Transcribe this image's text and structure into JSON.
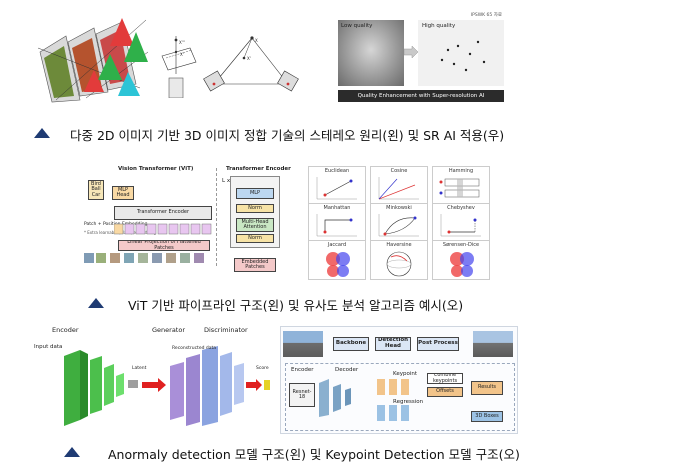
{
  "captions": {
    "row1": "다중 2D 이미지 기반 3D 이미지 정합 기술의 스테레오 원리(왼) 및 SR AI 적용(우)",
    "row2": "ViT 기반 파이프라인 구조(왼) 및 유사도 분석 알고리즘 예시(오)",
    "row3": "Anormaly detection 모델 구조(왼) 및 Keypoint Detection 모델 구조(오)"
  },
  "sr_panel": {
    "badge": "IPSWK 65 자료",
    "low": "Low quality",
    "high": "High quality",
    "footer": "Quality Enhancement with Super-resolution AI"
  },
  "vit": {
    "title": "Vision Transformer (ViT)",
    "class_box": "Class Bird Ball Car ...",
    "mlp_head": "MLP Head",
    "encoder": "Transformer Encoder",
    "patch_label": "Patch + Position Embedding",
    "extra_note": "* Extra learnable [class] embedding",
    "linear": "Linear Projection of Flattened Patches",
    "enc_title": "Transformer Encoder",
    "lx": "L x",
    "mlp": "MLP",
    "norm": "Norm",
    "attention": "Multi-Head Attention",
    "embedded": "Embedded Patches"
  },
  "metrics": [
    "Euclidean",
    "Cosine",
    "Hamming",
    "Manhattan",
    "Minkowski",
    "Chebyshev",
    "Jaccard",
    "Haversine",
    "Sørensen-Dice"
  ],
  "gan": {
    "encoder": "Encoder",
    "generator": "Generator",
    "discriminator": "Discriminator",
    "input": "Input data",
    "latent": "Latent",
    "recon": "Reconstructed data",
    "score": "Score"
  },
  "kp": {
    "backbone": "Backbone",
    "head": "Detection Head",
    "post": "Post Process",
    "encoder": "Encoder",
    "decoder": "Decoder",
    "resnet": "Resnet-18",
    "keypoint": "Keypoint",
    "regression": "Regression",
    "combine": "Combine keypoints",
    "result": "Results",
    "offsets": "Offsets",
    "nms": "3D Boxes"
  }
}
